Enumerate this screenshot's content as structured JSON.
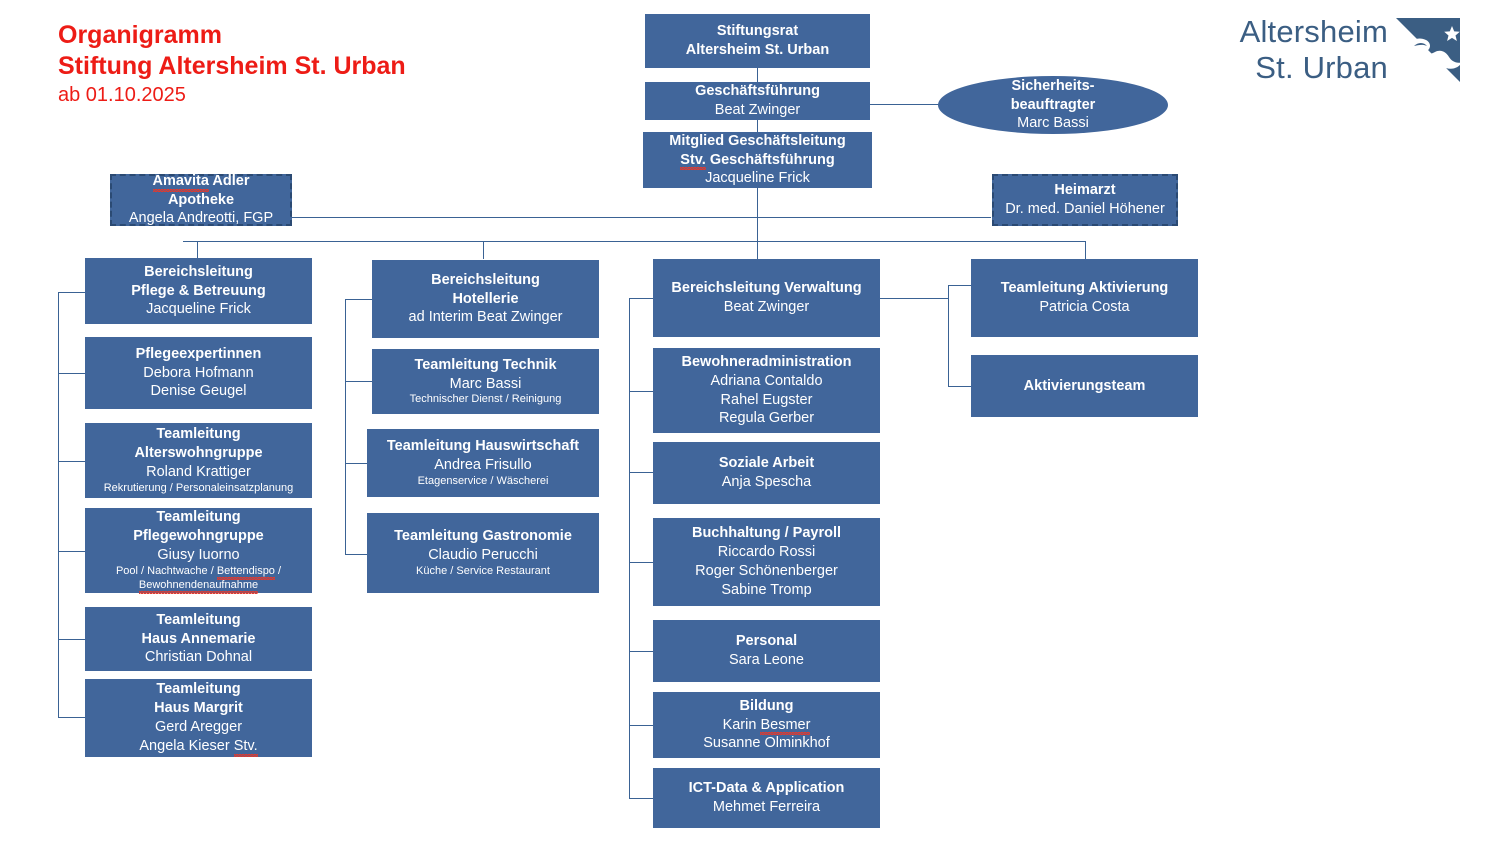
{
  "title": {
    "line1": "Organigramm",
    "line2": "Stiftung Altersheim St. Urban",
    "line3": "ab 01.10.2025",
    "color": "#ED1C16"
  },
  "logo": {
    "line1": "Altersheim",
    "line2": "St. Urban",
    "emblem": "lion-star-crest-icon",
    "color": "#3B5E83"
  },
  "theme": {
    "node_fill": "#41669B",
    "node_text": "#FFFFFF",
    "connector": "#3A6294",
    "dashed_border": "#2B4A73"
  },
  "nodes": {
    "stiftungsrat": {
      "title": "Stiftungsrat",
      "subtitle": "Altersheim St. Urban"
    },
    "geschaeftsfuehrung": {
      "title": "Geschäftsführung",
      "person": "Beat Zwinger"
    },
    "mitglied_gl": {
      "title": "Mitglied Geschäftsleitung",
      "subtitle": "Stv. Geschäftsführung",
      "person": "Jacqueline Frick"
    },
    "sicherheitsbeauftragter": {
      "title": "Sicherheits-",
      "title2": "beauftragter",
      "person": "Marc Bassi"
    },
    "apotheke": {
      "title": "Amavita Adler",
      "title2": "Apotheke",
      "person": "Angela Andreotti, FGP"
    },
    "heimarzt": {
      "title": "Heimarzt",
      "person": "Dr. med. Daniel Höhener"
    },
    "bl_pflege": {
      "title": "Bereichsleitung",
      "title2": "Pflege & Betreuung",
      "person": "Jacqueline Frick"
    },
    "pflegeexpertinnen": {
      "title": "Pflegeexpertinnen",
      "person": "Debora Hofmann",
      "person2": "Denise Geugel"
    },
    "tl_alterswohngruppe": {
      "title": "Teamleitung",
      "title2": "Alterswohngruppe",
      "person": "Roland Krattiger",
      "note": "Rekrutierung / Personaleinsatzplanung"
    },
    "tl_pflegewohngruppe": {
      "title": "Teamleitung",
      "title2": "Pflegewohngruppe",
      "person": "Giusy Iuorno",
      "note": "Pool / Nachtwache / Bettendispo /",
      "note2": "Bewohnendenaufnahme"
    },
    "tl_haus_annemarie": {
      "title": "Teamleitung",
      "title2": "Haus Annemarie",
      "person": "Christian Dohnal"
    },
    "tl_haus_margrit": {
      "title": "Teamleitung",
      "title2": "Haus Margrit",
      "person": "Gerd Aregger",
      "person2": "Angela Kieser Stv."
    },
    "bl_hotellerie": {
      "title": "Bereichsleitung",
      "title2": "Hotellerie",
      "person": "ad Interim Beat Zwinger"
    },
    "tl_technik": {
      "title": "Teamleitung Technik",
      "person": "Marc Bassi",
      "note": "Technischer Dienst / Reinigung"
    },
    "tl_hauswirtschaft": {
      "title": "Teamleitung Hauswirtschaft",
      "person": "Andrea Frisullo",
      "note": "Etagenservice / Wäscherei"
    },
    "tl_gastronomie": {
      "title": "Teamleitung Gastronomie",
      "person": "Claudio Perucchi",
      "note": "Küche / Service Restaurant"
    },
    "bl_verwaltung": {
      "title": "Bereichsleitung Verwaltung",
      "person": "Beat Zwinger"
    },
    "bewohneradmin": {
      "title": "Bewohneradministration",
      "person": "Adriana Contaldo",
      "person2": "Rahel Eugster",
      "person3": "Regula Gerber"
    },
    "soziale_arbeit": {
      "title": "Soziale Arbeit",
      "person": "Anja Spescha"
    },
    "buchhaltung": {
      "title": "Buchhaltung / Payroll",
      "person": "Riccardo Rossi",
      "person2": "Roger Schönenberger",
      "person3": "Sabine Tromp"
    },
    "personal": {
      "title": "Personal",
      "person": "Sara Leone"
    },
    "bildung": {
      "title": "Bildung",
      "person": "Karin Besmer",
      "person2": "Susanne Olminkhof"
    },
    "ict": {
      "title": "ICT-Data & Application",
      "person": "Mehmet Ferreira"
    },
    "tl_aktivierung": {
      "title": "Teamleitung Aktivierung",
      "person": "Patricia Costa"
    },
    "aktivierungsteam": {
      "title": "Aktivierungsteam"
    }
  }
}
